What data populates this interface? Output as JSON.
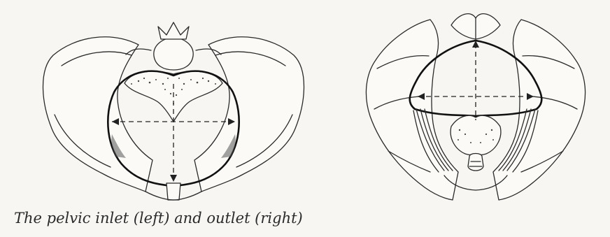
{
  "caption": "The pelvic inlet (left) and outlet (right)",
  "figures": [
    {
      "view": "inlet",
      "position": "left",
      "diameters": [
        "transverse",
        "anteroposterior"
      ]
    },
    {
      "view": "outlet",
      "position": "right",
      "diameters": [
        "transverse",
        "anteroposterior"
      ]
    }
  ],
  "colors": {
    "ink": "#2a2a2a",
    "paper": "#f7f6f2"
  }
}
